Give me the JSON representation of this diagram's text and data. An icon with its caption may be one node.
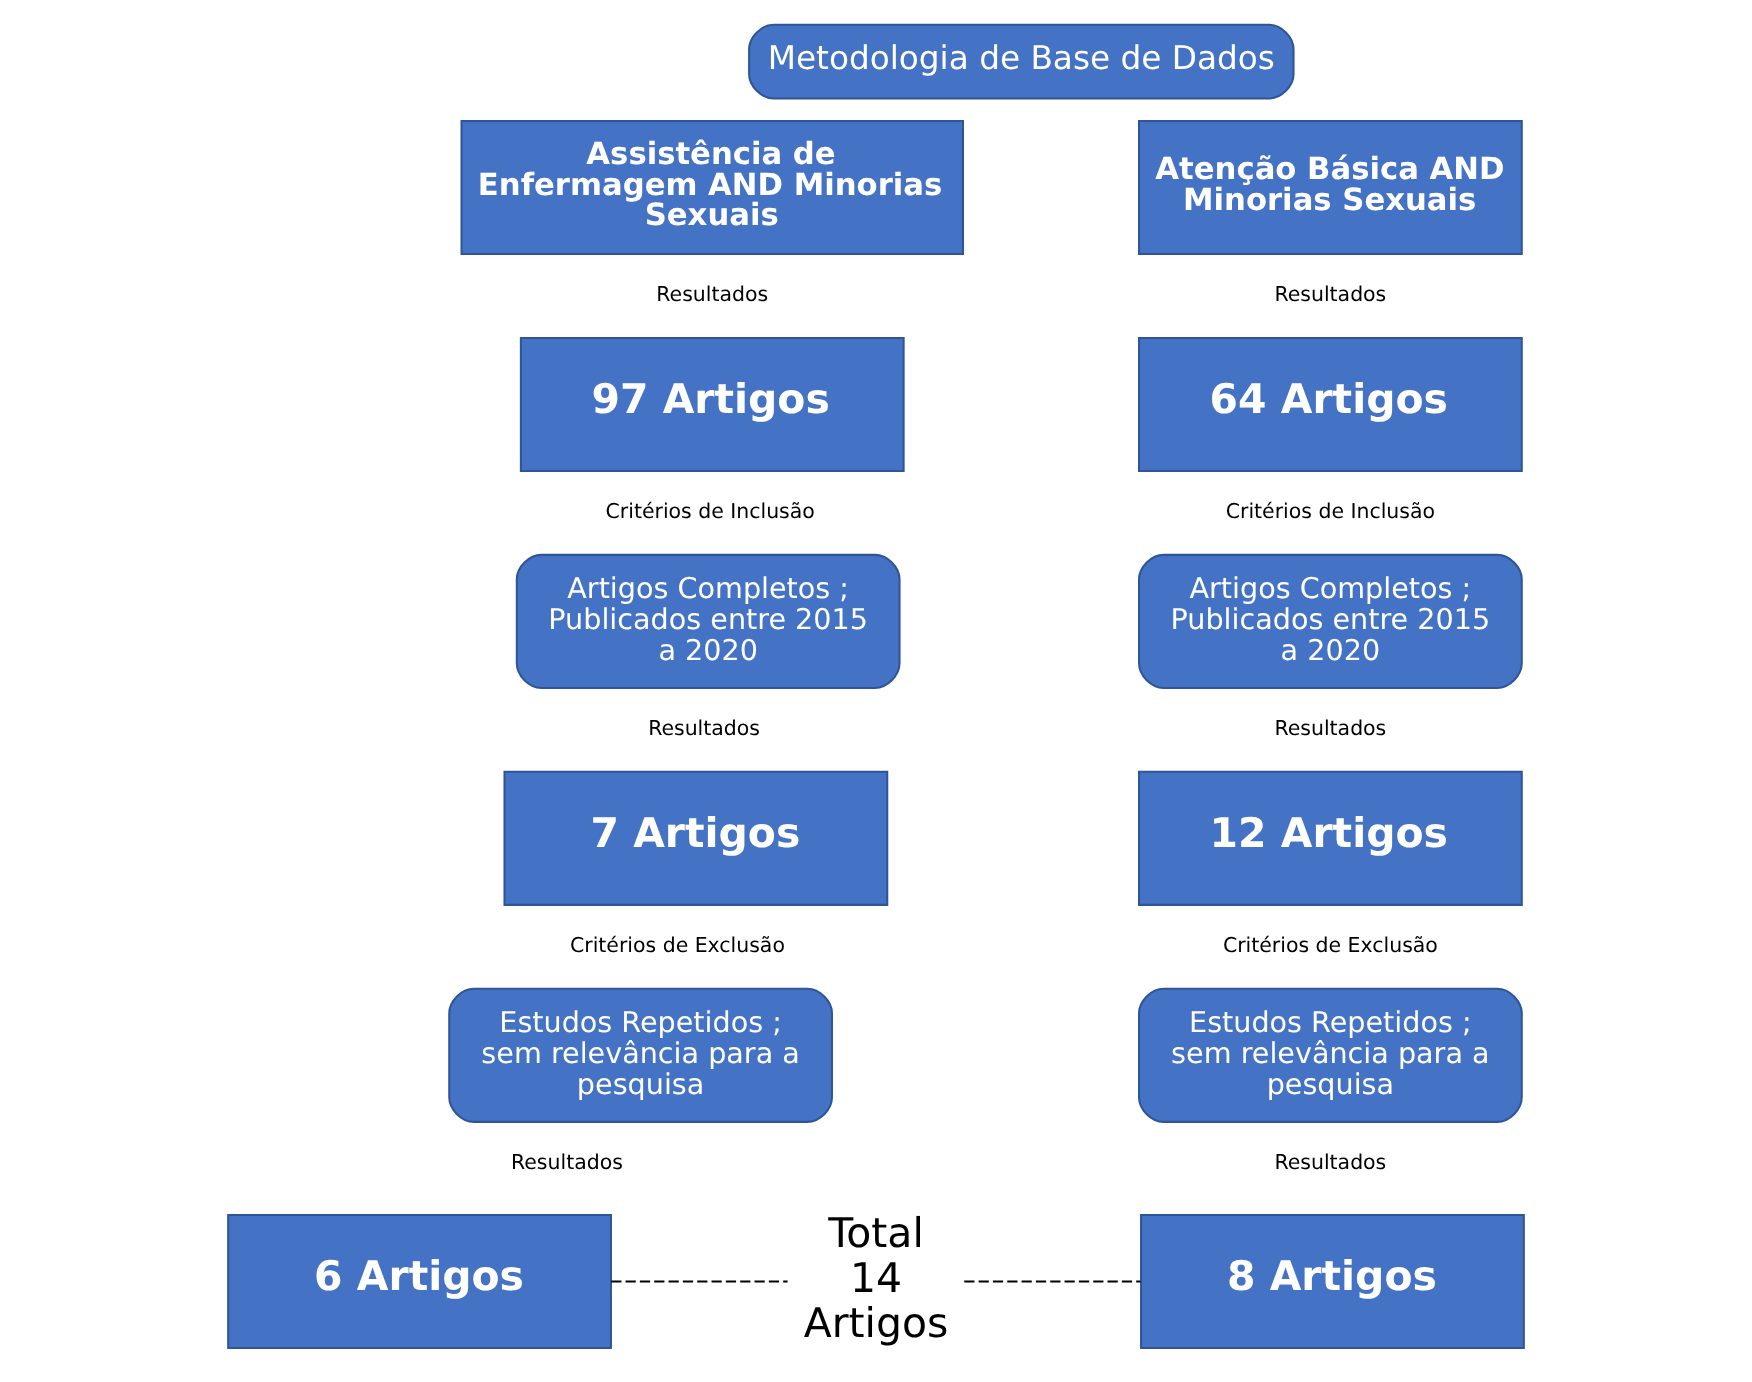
{
  "diagram": {
    "nodes": [
      {
        "text": [
          "Metodologia de Base de Dados"
        ]
      },
      {
        "text": [
          "Assistência de Enfermagem AND Minorias Sexuais"
        ]
      },
      {
        "text": [
          "97 Artigos"
        ]
      },
      {
        "text": [
          "Artigos Completos ; Publicados entre 2015 a 2020"
        ]
      },
      {
        "text": [
          "7 Artigos"
        ]
      },
      {
        "text": [
          "Estudos Repetidos ; sem relevância para a pesquisa"
        ]
      },
      {
        "text": [
          "6 Artigos"
        ]
      },
      {
        "text": [
          "Atenção Básica AND Minorias Sexuais"
        ]
      },
      {
        "text": [
          "64 Artigos"
        ]
      },
      {
        "text": [
          "Artigos Completos ; Publicados entre 2015 a 2020"
        ]
      },
      {
        "text": [
          "12 Artigos"
        ]
      },
      {
        "text": [
          "Estudos Repetidos ; sem relevância para a pesquisa"
        ]
      },
      {
        "text": [
          "8 Artigos"
        ]
      },
      {
        "text": [
          "Total 14 Artigos"
        ]
      }
    ],
    "edges": [
      {
        "from": 6,
        "to": 13,
        "arrow": "none",
        "style": "dashed"
      },
      {
        "from": 13,
        "to": 12,
        "arrow": "none",
        "style": "dashed"
      }
    ],
    "labels": [
      "Resultados",
      "Resultados",
      "Critérios de Inclusão",
      "Critérios de Inclusão",
      "Resultados",
      "Resultados",
      "Critérios de Exclusão",
      "Critérios de Exclusão",
      "Resultados",
      "Resultados"
    ]
  }
}
